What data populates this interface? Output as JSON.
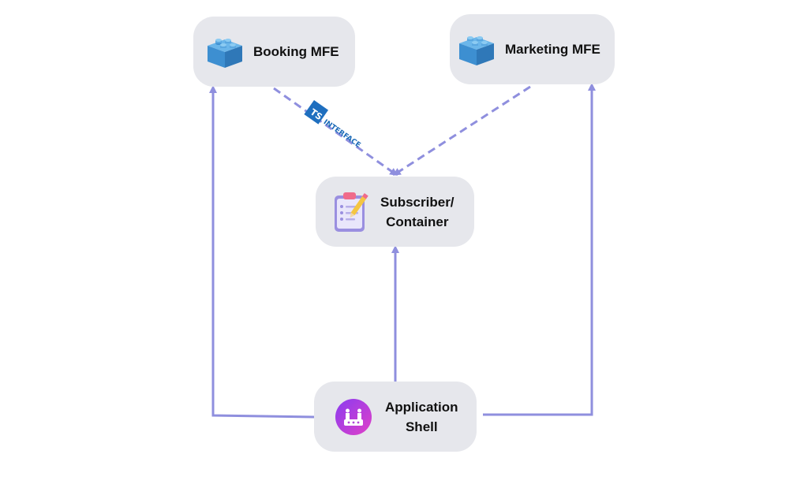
{
  "nodes": {
    "booking": {
      "label": "Booking MFE",
      "icon": "lego-brick-icon"
    },
    "marketing": {
      "label": "Marketing MFE",
      "icon": "lego-brick-icon"
    },
    "subscriber": {
      "label": "Subscriber/\nContainer",
      "icon": "clipboard-pencil-icon"
    },
    "shell": {
      "label": "Application\nShell",
      "icon": "app-shell-icon"
    }
  },
  "edges": {
    "interface": {
      "badge": "TS",
      "label": "INTERFACE"
    }
  },
  "colors": {
    "arrow": "#8f8fde",
    "node_bg": "#e6e7ec",
    "lego": "#3d8fd1",
    "ts_badge": "#1f6fbf",
    "interface_text": "#1d6bb8",
    "shell_icon_start": "#8a3cf0",
    "shell_icon_end": "#e040c8"
  }
}
